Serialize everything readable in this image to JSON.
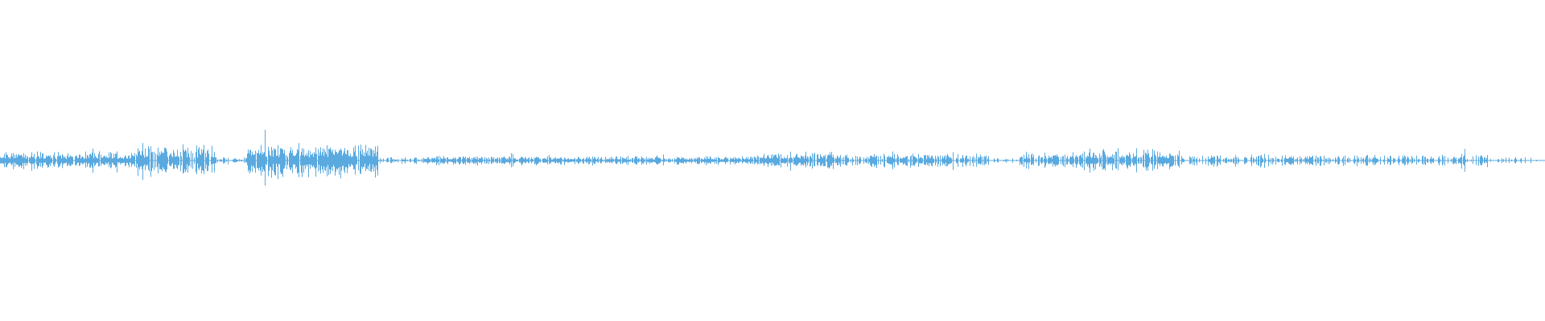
{
  "waveform": {
    "color": "#5aaae0",
    "segments": [
      {
        "from": 0.0,
        "to": 0.085,
        "amp": 0.03,
        "density": 0.95
      },
      {
        "from": 0.085,
        "to": 0.14,
        "amp": 0.055,
        "density": 0.85
      },
      {
        "from": 0.14,
        "to": 0.16,
        "amp": 0.012,
        "density": 0.6
      },
      {
        "from": 0.16,
        "to": 0.245,
        "amp": 0.06,
        "density": 0.95
      },
      {
        "from": 0.245,
        "to": 0.275,
        "amp": 0.012,
        "density": 0.7
      },
      {
        "from": 0.275,
        "to": 0.49,
        "amp": 0.016,
        "density": 0.9
      },
      {
        "from": 0.49,
        "to": 0.54,
        "amp": 0.03,
        "density": 0.85
      },
      {
        "from": 0.54,
        "to": 0.64,
        "amp": 0.025,
        "density": 0.7
      },
      {
        "from": 0.64,
        "to": 0.66,
        "amp": 0.01,
        "density": 0.25
      },
      {
        "from": 0.66,
        "to": 0.7,
        "amp": 0.028,
        "density": 0.8
      },
      {
        "from": 0.7,
        "to": 0.76,
        "amp": 0.04,
        "density": 0.85
      },
      {
        "from": 0.76,
        "to": 0.96,
        "amp": 0.022,
        "density": 0.6
      },
      {
        "from": 0.96,
        "to": 1.0,
        "amp": 0.014,
        "density": 0.3
      }
    ]
  }
}
